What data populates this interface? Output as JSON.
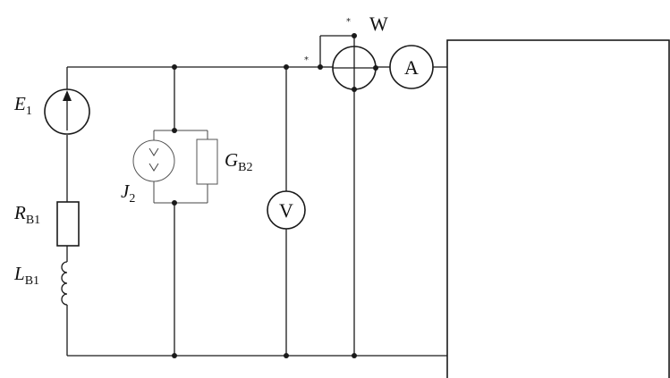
{
  "labels": {
    "e1": {
      "main": "E",
      "sub": "1"
    },
    "j2": {
      "main": "J",
      "sub": "2"
    },
    "gb2": {
      "main": "G",
      "sub": "B2"
    },
    "rb1": {
      "main": "R",
      "sub": "B1"
    },
    "lb1": {
      "main": "L",
      "sub": "B1"
    }
  },
  "meters": {
    "voltmeter": "V",
    "ammeter": "A",
    "wattmeter": "W"
  },
  "wattmeter_marks": {
    "current_coil": "*",
    "voltage_coil": "*"
  }
}
